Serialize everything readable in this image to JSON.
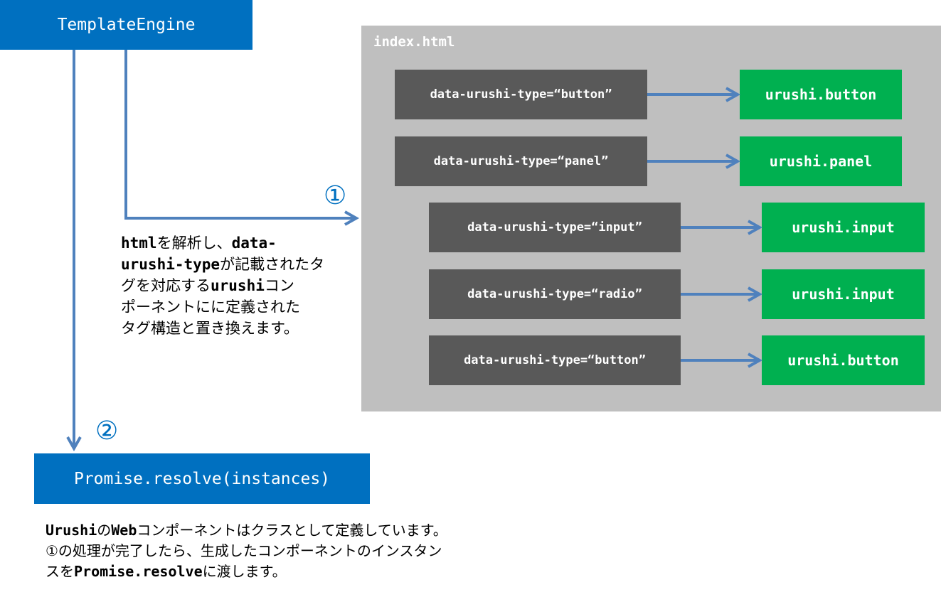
{
  "template_engine": {
    "label": "TemplateEngine"
  },
  "container": {
    "label": "index.html"
  },
  "mappings": [
    {
      "source": "data-urushi-type=“button”",
      "target": "urushi.button"
    },
    {
      "source": "data-urushi-type=“panel”",
      "target": "urushi.panel"
    },
    {
      "source": "data-urushi-type=“input”",
      "target": "urushi.input"
    },
    {
      "source": "data-urushi-type=“radio”",
      "target": "urushi.input"
    },
    {
      "source": "data-urushi-type=“button”",
      "target": "urushi.button"
    }
  ],
  "steps": {
    "step1": "①",
    "step2": "②"
  },
  "promise": {
    "label": "Promise.resolve(instances)"
  },
  "note1": {
    "l1_b1": "html",
    "l1_t1": "を解析し、",
    "l1_b2": "data-",
    "l2_b1": "urushi-type",
    "l2_t1": "が記載されたタ",
    "l3_t1": "グを対応する",
    "l3_b1": "urushi",
    "l3_t2": "コン",
    "l4_t1": "ポーネントにに定義された",
    "l5_t1": "タグ構造と置き換えます。"
  },
  "note2": {
    "l1_b1": "Urushi",
    "l1_t1": "の",
    "l1_b2": "Web",
    "l1_t2": "コンポーネントはクラスとして定義しています。",
    "l2_t1": "①の処理が完了したら、生成したコンポーネントのインスタン",
    "l3_t1": "スを",
    "l3_b1": "Promise.resolve",
    "l3_t2": "に渡します。"
  },
  "colors": {
    "blue": "#0070c0",
    "dark": "#595959",
    "green": "#00b050",
    "container": "#bfbfbf",
    "arrow": "#4f81bd"
  }
}
